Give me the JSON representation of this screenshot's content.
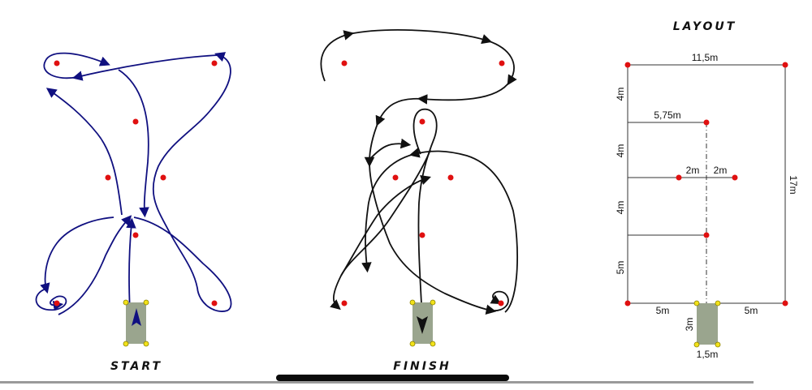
{
  "captions": {
    "start": "START",
    "finish": "FINISH",
    "layout": "LAYOUT"
  },
  "dimensions": {
    "total_width": "11,5m",
    "half_width": "5,75m",
    "left_offset": "2m",
    "right_offset": "2m",
    "total_length": "17m",
    "seg_1": "4m",
    "seg_2": "4m",
    "seg_3": "4m",
    "seg_4": "5m",
    "base_left": "5m",
    "base_right": "5m",
    "box_length": "3m",
    "box_width": "1,5m"
  },
  "colors": {
    "start_path": "#101080",
    "finish_path": "#111111",
    "cone": "#e01010",
    "box_fill": "#9aa58e",
    "box_corner": "#f2e21a",
    "lines": "#333333"
  }
}
